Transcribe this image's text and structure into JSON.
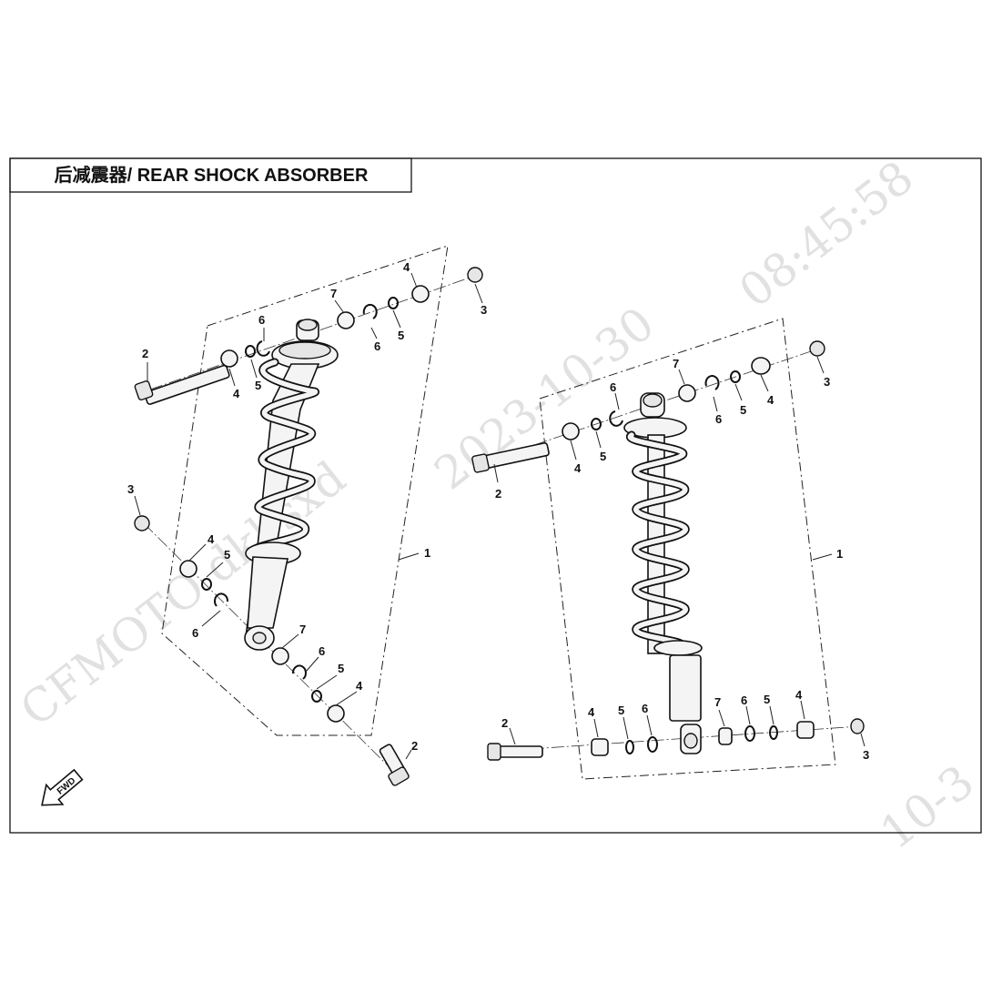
{
  "title": {
    "text": "后减震器/ REAR SHOCK ABSORBER"
  },
  "watermark": {
    "brand": "CFMOTO  dkl  sxd",
    "date": "2023-10-30",
    "time": "08:45:58",
    "date_fragment": "10-3"
  },
  "fwd_marker": {
    "label": "FWD",
    "icon": "forward-arrow-icon"
  },
  "left_assembly": {
    "callouts": [
      {
        "id": "lc-1",
        "label": "1"
      },
      {
        "id": "lc-2a",
        "label": "2"
      },
      {
        "id": "lc-2b",
        "label": "2"
      },
      {
        "id": "lc-3a",
        "label": "3"
      },
      {
        "id": "lc-3b",
        "label": "3"
      },
      {
        "id": "lc-4a",
        "label": "4"
      },
      {
        "id": "lc-4b",
        "label": "4"
      },
      {
        "id": "lc-4c",
        "label": "4"
      },
      {
        "id": "lc-4d",
        "label": "4"
      },
      {
        "id": "lc-5a",
        "label": "5"
      },
      {
        "id": "lc-5b",
        "label": "5"
      },
      {
        "id": "lc-5c",
        "label": "5"
      },
      {
        "id": "lc-5d",
        "label": "5"
      },
      {
        "id": "lc-6a",
        "label": "6"
      },
      {
        "id": "lc-6b",
        "label": "6"
      },
      {
        "id": "lc-6c",
        "label": "6"
      },
      {
        "id": "lc-6d",
        "label": "6"
      },
      {
        "id": "lc-7a",
        "label": "7"
      },
      {
        "id": "lc-7b",
        "label": "7"
      }
    ]
  },
  "right_assembly": {
    "callouts": [
      {
        "id": "rc-1",
        "label": "1"
      },
      {
        "id": "rc-2a",
        "label": "2"
      },
      {
        "id": "rc-2b",
        "label": "2"
      },
      {
        "id": "rc-3a",
        "label": "3"
      },
      {
        "id": "rc-3b",
        "label": "3"
      },
      {
        "id": "rc-4a",
        "label": "4"
      },
      {
        "id": "rc-4b",
        "label": "4"
      },
      {
        "id": "rc-4c",
        "label": "4"
      },
      {
        "id": "rc-4d",
        "label": "4"
      },
      {
        "id": "rc-5a",
        "label": "5"
      },
      {
        "id": "rc-5b",
        "label": "5"
      },
      {
        "id": "rc-5c",
        "label": "5"
      },
      {
        "id": "rc-5d",
        "label": "5"
      },
      {
        "id": "rc-6a",
        "label": "6"
      },
      {
        "id": "rc-6b",
        "label": "6"
      },
      {
        "id": "rc-6c",
        "label": "6"
      },
      {
        "id": "rc-6d",
        "label": "6"
      },
      {
        "id": "rc-7a",
        "label": "7"
      },
      {
        "id": "rc-7b",
        "label": "7"
      }
    ]
  }
}
